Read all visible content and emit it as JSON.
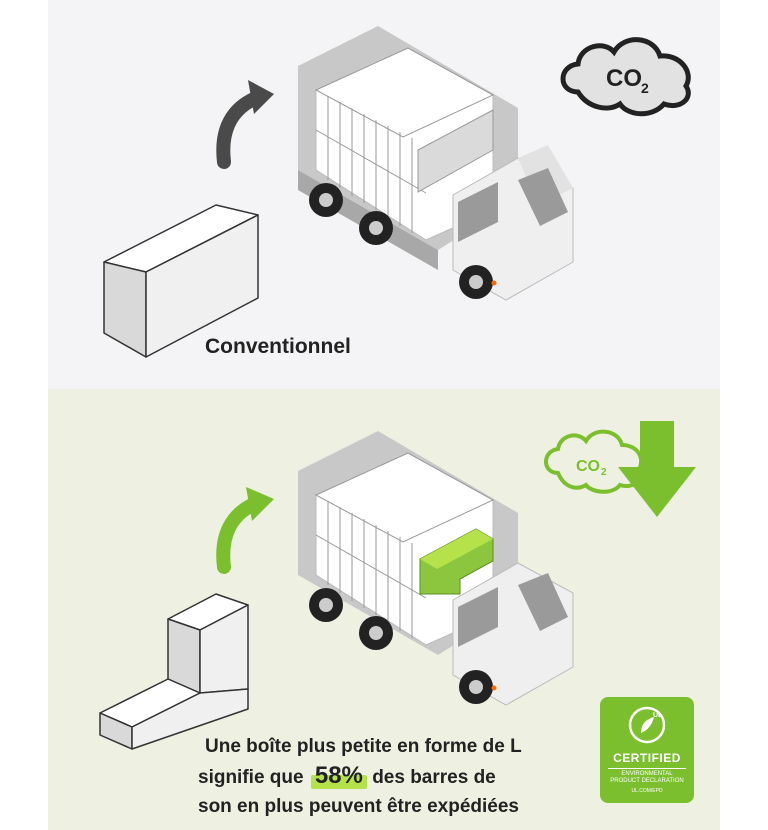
{
  "top_panel": {
    "caption": "Conventionnel",
    "co2_label": "CO",
    "co2_sub": "2"
  },
  "bottom_panel": {
    "co2_label": "CO",
    "co2_sub": "2",
    "caption_line1": "Une boîte plus petite en forme de L",
    "caption_line2_before": "signifie que",
    "percent": "58%",
    "caption_line2_after": "des barres de",
    "caption_line3": "son en plus peuvent être expédiées",
    "badge": {
      "logo": "UL",
      "certified": "CERTIFIED",
      "env_line1": "ENVIRONMENTAL",
      "env_line2": "PRODUCT DECLARATION",
      "url": "UL.COM/EPD"
    }
  },
  "colors": {
    "top_bg": "#f4f4f6",
    "bottom_bg": "#eef1e1",
    "accent_green": "#7bbf2e",
    "highlight_green": "#b5e24a",
    "arrow_dark": "#4a4a4a"
  }
}
